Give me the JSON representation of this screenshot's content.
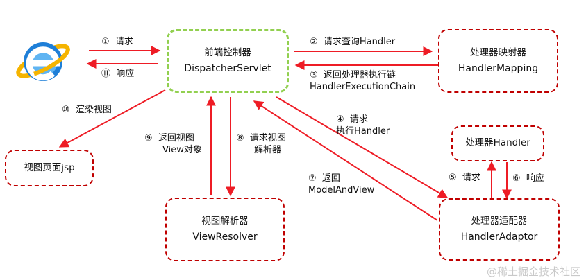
{
  "nodes": {
    "dispatcher": {
      "title": "前端控制器",
      "subtitle": "DispatcherServlet"
    },
    "mapping": {
      "title": "处理器映射器",
      "subtitle": "HandlerMapping"
    },
    "handler": {
      "title": "处理器Handler"
    },
    "adaptor": {
      "title": "处理器适配器",
      "subtitle": "HandlerAdaptor"
    },
    "resolver": {
      "title": "视图解析器",
      "subtitle": "ViewResolver"
    },
    "view": {
      "title": "视图页面jsp"
    }
  },
  "edges": {
    "e1": {
      "num": "①",
      "text": "请求"
    },
    "e11": {
      "num": "⑪",
      "text": "响应"
    },
    "e2": {
      "num": "②",
      "text": "请求查询Handler"
    },
    "e3": {
      "num": "③",
      "text": "返回处理器执行链",
      "text2": "HandlerExecutionChain"
    },
    "e4": {
      "num": "④",
      "text": "请求",
      "text2": "执行Handler"
    },
    "e5": {
      "num": "⑤",
      "text": "请求"
    },
    "e6": {
      "num": "⑥",
      "text": "响应"
    },
    "e7": {
      "num": "⑦",
      "text": "返回",
      "text2": "ModelAndView"
    },
    "e8": {
      "num": "⑧",
      "text": "请求视图",
      "text2": "解析器"
    },
    "e9": {
      "num": "⑨",
      "text": "返回视图",
      "text2": "View对象"
    },
    "e10": {
      "num": "⑩",
      "text": "渲染视图"
    }
  },
  "browser_icon": "internet-explorer-icon",
  "colors": {
    "arrow": "#ee1c25",
    "border_red": "#c00000",
    "border_green": "#92d050",
    "ie_blue": "#1e7fd8",
    "ie_ring": "#f5b400"
  },
  "watermark": "@稀土掘金技术社区"
}
